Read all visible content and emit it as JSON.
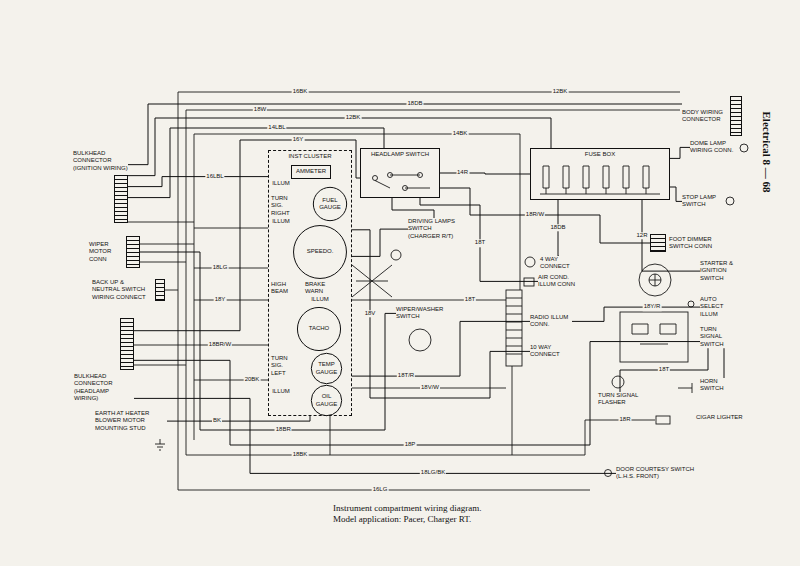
{
  "diagram": {
    "caption": "Instrument compartment wiring diagram. Model application: Pacer, Charger RT.",
    "nodes": [
      {
        "text": [
          "BULKHEAD CONNECTOR (IGNITION WIRING)"
        ]
      },
      {
        "text": [
          "WIPER MOTOR CONN"
        ]
      },
      {
        "text": [
          "BACK UP & NEUTRAL SWITCH WIRING CONNECT"
        ]
      },
      {
        "text": [
          "BULKHEAD CONNECTOR (HEADLAMP WIRING)"
        ]
      },
      {
        "text": [
          "EARTH AT HEATER BLOWER MOTOR MOUNTING STUD"
        ]
      },
      {
        "text": [
          "INST CLUSTER"
        ]
      },
      {
        "text": [
          "AMMETER"
        ],
        "in": 5
      },
      {
        "text": [
          "TURN SIG. RIGHT"
        ],
        "in": 5
      },
      {
        "text": [
          "FUEL GAUGE"
        ],
        "in": 5
      },
      {
        "text": [
          "SPEEDO."
        ],
        "in": 5
      },
      {
        "text": [
          "HIGH BEAM"
        ],
        "in": 5
      },
      {
        "text": [
          "BRAKE WARN"
        ],
        "in": 5
      },
      {
        "text": [
          "TACHO"
        ],
        "in": 5
      },
      {
        "text": [
          "TURN SIG. LEFT"
        ],
        "in": 5
      },
      {
        "text": [
          "TEMP GAUGE"
        ],
        "in": 5
      },
      {
        "text": [
          "OIL GAUGE"
        ],
        "in": 5
      },
      {
        "text": [
          "HEADLAMP SWITCH"
        ]
      },
      {
        "text": [
          "FUSE BOX"
        ]
      },
      {
        "text": [
          "BODY WIRING CONNECTOR"
        ]
      },
      {
        "text": [
          "DOME LAMP WIRING CONN."
        ]
      },
      {
        "text": [
          "STOP LAMP SWITCH"
        ]
      },
      {
        "text": [
          "FOOT DIMMER SWITCH CONN"
        ]
      },
      {
        "text": [
          "STARTER & IGNITION SWITCH"
        ]
      },
      {
        "text": [
          "AUTO SELECT ILLUM"
        ]
      },
      {
        "text": [
          "TURN SIGNAL SWITCH"
        ]
      },
      {
        "text": [
          "HORN SWITCH"
        ]
      },
      {
        "text": [
          "CIGAR LIGHTER"
        ]
      },
      {
        "text": [
          "TURN SIGNAL FLASHER"
        ]
      },
      {
        "text": [
          "DOOR COURTESY SWITCH (L.H.S. FRONT)"
        ]
      },
      {
        "text": [
          "4 WAY CONNECT"
        ]
      },
      {
        "text": [
          "AIR COND. ILLUM CONN"
        ]
      },
      {
        "text": [
          "RADIO ILLUM CONN."
        ]
      },
      {
        "text": [
          "10 WAY CONNECT"
        ]
      },
      {
        "text": [
          "WIPER/WASHER SWITCH"
        ]
      },
      {
        "text": [
          "DRIVING LAMPS SWITCH",
          "(CHARGER R/T)"
        ]
      }
    ],
    "edges": [
      {
        "from": 0,
        "to": 18,
        "arrow": "none",
        "label": "18DB"
      },
      {
        "from": 0,
        "to": 17,
        "arrow": "none",
        "label": "12BK"
      },
      {
        "from": 0,
        "to": 5,
        "arrow": "none",
        "label": "16LBL"
      },
      {
        "from": 0,
        "to": 16,
        "arrow": "none",
        "label": "14LBL"
      },
      {
        "from": 1,
        "to": 33,
        "arrow": "none",
        "label": "18BR"
      },
      {
        "from": 3,
        "to": 16,
        "arrow": "none",
        "label": "16Y"
      },
      {
        "from": 3,
        "to": 24,
        "arrow": "none",
        "label": "18P"
      },
      {
        "from": 4,
        "to": 5,
        "arrow": "none",
        "label": "BK"
      },
      {
        "from": 5,
        "to": 32,
        "arrow": "none",
        "label": "18V"
      },
      {
        "from": 16,
        "to": 17,
        "arrow": "none",
        "label": "14R"
      },
      {
        "from": 17,
        "to": 20,
        "arrow": "none"
      },
      {
        "from": 17,
        "to": 19,
        "arrow": "none"
      },
      {
        "from": 17,
        "to": 22,
        "arrow": "none",
        "label": "12R"
      },
      {
        "from": 21,
        "to": 16,
        "arrow": "none",
        "label": "18R/W"
      },
      {
        "from": 27,
        "to": 24,
        "arrow": "none",
        "label": "18T"
      },
      {
        "from": 29,
        "to": 17,
        "arrow": "none",
        "label": "18DB"
      },
      {
        "from": 31,
        "to": 5,
        "arrow": "none",
        "label": "18T/R"
      },
      {
        "from": 30,
        "to": 16,
        "arrow": "none",
        "label": "18T"
      },
      {
        "from": 34,
        "to": 16,
        "arrow": "none"
      },
      {
        "from": 23,
        "to": 31,
        "arrow": "none",
        "label": "18Y/R"
      },
      {
        "from": 3,
        "to": 28,
        "arrow": "none",
        "label": "18LG/BK"
      },
      {
        "from": 5,
        "to": 34,
        "arrow": "none"
      },
      {
        "from": 25,
        "to": 24,
        "arrow": "none"
      }
    ],
    "labels": [
      "Electrical 8 — 68",
      "ILLUM",
      "ILLUM",
      "ILLUM",
      "ILLUM",
      "16BK",
      "12BK",
      "18W",
      "14BK",
      "18LG",
      "18Y",
      "18BR/W",
      "20BK",
      "18T",
      "18V/W",
      "18BK",
      "16LG",
      "18R"
    ]
  }
}
